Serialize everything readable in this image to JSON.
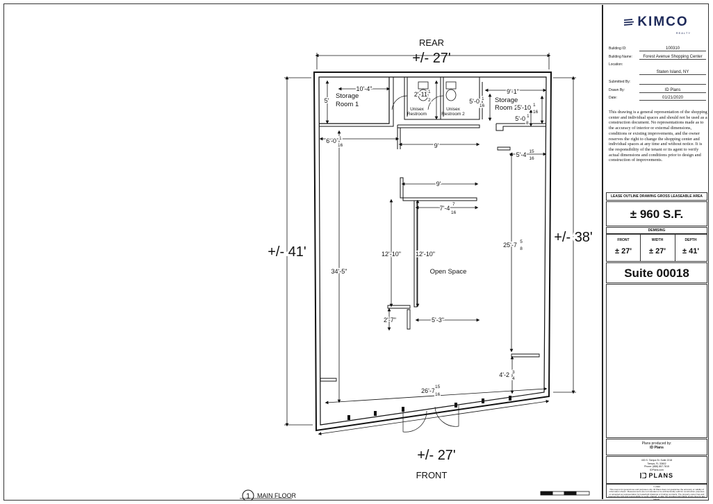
{
  "plan": {
    "rear_label": "REAR",
    "front_label": "FRONT",
    "top_width": "+/- 27'",
    "bottom_width": "+/- 27'",
    "left_depth": "+/- 41'",
    "right_depth": "+/- 38'",
    "rooms": {
      "storage1": [
        "Storage",
        "Room 1"
      ],
      "storage2": [
        "Storage",
        "Room 2"
      ],
      "restroom1": [
        "Unisex",
        "Restroom"
      ],
      "restroom2": [
        "Unisex",
        "Restroom 2"
      ],
      "open_space": "Open Space"
    },
    "dims": {
      "d_10_4": "10'-4\"",
      "d_5": "5'",
      "d_6_0": "6'-0",
      "d_6_0_num": "1",
      "d_6_0_den": "16",
      "d_2_11": "2'-11",
      "d_2_11_num": "1",
      "d_2_11_den": "2",
      "d_9_1": "9'-1\"",
      "d_5_0a": "5'-0",
      "d_5_0a_num": "1",
      "d_5_0a_den": "16",
      "d_5_10": "5'-10",
      "d_5_10_num": "1",
      "d_5_10_den": "16",
      "d_5_0b": "5'-0",
      "d_5_0b_num": "1",
      "d_5_0b_den": "8",
      "d_9a": "9'",
      "d_5_4": "5'-4",
      "d_5_4_num": "15",
      "d_5_4_den": "16",
      "d_9b": "9'",
      "d_7_4": "7'-4",
      "d_7_4_num": "7",
      "d_7_4_den": "16",
      "d_25_7": "25'-7",
      "d_25_7_num": "5",
      "d_25_7_den": "8",
      "d_12_10a": "12'-10\"",
      "d_12_10b": "12'-10\"",
      "d_34_5": "34'-5\"",
      "d_2_7": "2'-7\"",
      "d_5_3": "5'-3\"",
      "d_4_2": "4'-2",
      "d_4_2_num": "3",
      "d_4_2_den": "4",
      "d_26_7": "26'-7",
      "d_26_7_num": "15",
      "d_26_7_den": "16"
    },
    "view_number": "1",
    "view_title": "MAIN FLOOR"
  },
  "titleblock": {
    "brand": "KIMCO",
    "brand_sub": "REALTY",
    "fields": {
      "building_id_label": "Building ID:",
      "building_id": "100310",
      "building_name_label": "Building Name:",
      "building_name": "Forest Avenue Shopping Center",
      "location_label": "Location:",
      "location": "Staten Island, NY",
      "submitted_by_label": "Submitted By:",
      "submitted_by": "",
      "drawn_by_label": "Drawn By:",
      "drawn_by": "ID Plans",
      "date_label": "Date:",
      "date": "01/21/2020"
    },
    "disclaimer": "This drawing is a general representation of the shopping center and individual spaces and should not be used as a construction document. No representations made as to the accuracy of interior or external dimensions, conditions or existing improvements, and the owner reserves the right to change the shopping center and individual spaces at any time and without notice. It is the responsibility of the tenant or its agent to verify actual dimensions and conditions prior to design and construction of improvements.",
    "gla_heading": "LEASE OUTLINE DRAWING GROSS LEASEABLE AREA",
    "area": "± 960 S.F.",
    "demising": "DEMISING",
    "front_label": "FRONT",
    "front_value": "± 27'",
    "width_label": "WIDTH",
    "width_value": "± 27'",
    "depth_label": "DEPTH",
    "depth_value": "± 41'",
    "suite": "Suite 00018",
    "produced_by": "Plans produced by:",
    "producer": "ID Plans",
    "address_lines": [
      "400 S. Tampa St. Suite 2218",
      "Tampa, FL 33602",
      "Phone: (888) 857-7815",
      "IDPlans.com"
    ],
    "logo_text": "PLANS",
    "copyright": "© 2020",
    "fine_print": "This map is for general use and purposes only. ID Plans does not guarantee the accuracy or validity of information shown. Measurements are not intended to be architecturally valid for construction purposes or accepted as representation for leasehold drawings or binding contracts. The property owner has and reserves the right and responsibility to verify, change, or alter the provided information at any time for any reason."
  }
}
